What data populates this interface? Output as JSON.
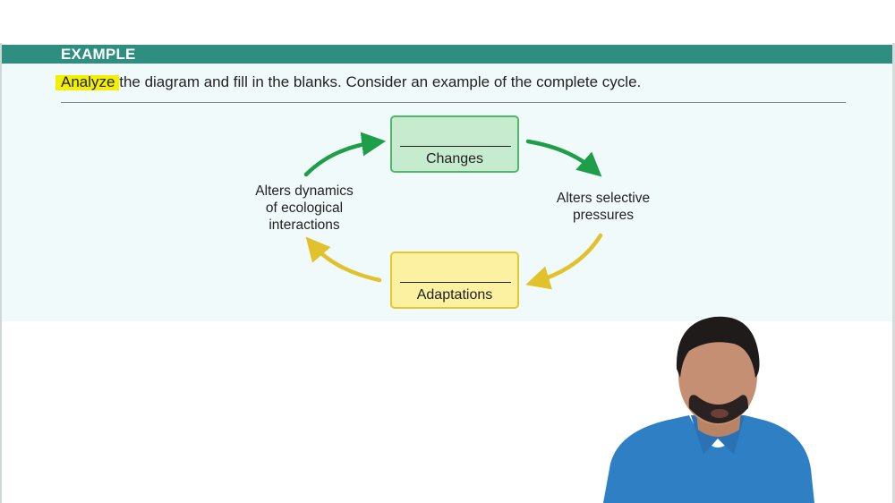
{
  "header": {
    "label": "EXAMPLE"
  },
  "prompt": {
    "highlighted": "Analyze t",
    "rest": "he diagram and fill in the blanks. Consider an example of the complete cycle."
  },
  "diagram": {
    "top_box": {
      "blank": "",
      "label": "Changes"
    },
    "bottom_box": {
      "blank": "",
      "label": "Adaptations"
    },
    "left_text": "Alters dynamics\nof ecological\ninteractions",
    "right_text": "Alters selective\npressures"
  },
  "colors": {
    "header_bar": "#2e8f80",
    "panel_bg": "#f1fafb",
    "green_box": "#c7ebcf",
    "green_arrow": "#1e9e48",
    "yellow_box": "#fbf1a0",
    "yellow_arrow": "#e1c12c",
    "highlight": "#f2f000",
    "shirt": "#2f7fc4"
  }
}
